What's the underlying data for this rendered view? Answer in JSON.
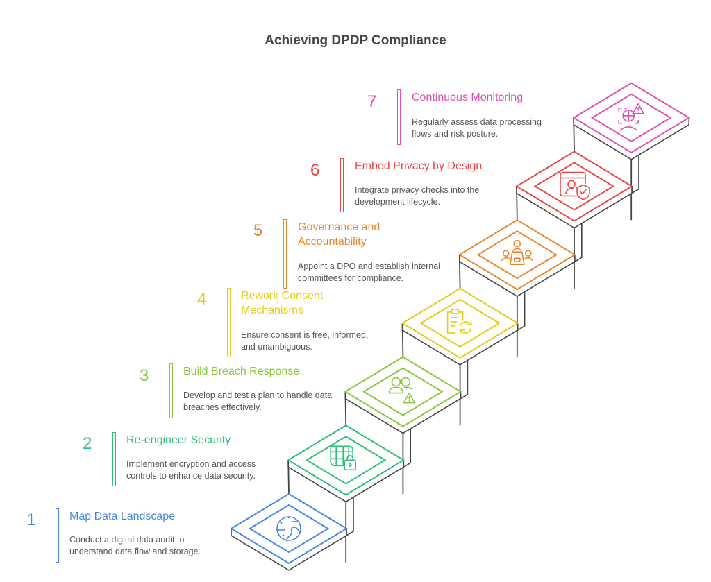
{
  "title": "Achieving DPDP Compliance",
  "steps": [
    {
      "number": "1",
      "title": "Map Data Landscape",
      "description": "Conduct a digital data audit to understand data flow and storage.",
      "color": "#4A86E0",
      "icon": "globe-icon"
    },
    {
      "number": "2",
      "title": "Re-engineer Security",
      "description": "Implement encryption and access controls to enhance data security.",
      "color": "#2EBE7A",
      "icon": "grid-lock-icon"
    },
    {
      "number": "3",
      "title": "Build Breach Response",
      "description": "Develop and test a plan to handle data breaches effectively.",
      "color": "#8CC63F",
      "icon": "users-warning-icon"
    },
    {
      "number": "4",
      "title": "Rework Consent Mechanisms",
      "description": "Ensure consent is free, informed, and unambiguous.",
      "color": "#E5CC1A",
      "icon": "clipboard-refresh-icon"
    },
    {
      "number": "5",
      "title": "Governance and Accountability",
      "description": "Appoint a DPO and establish internal committees for compliance.",
      "color": "#E8862E",
      "icon": "meeting-table-icon"
    },
    {
      "number": "6",
      "title": "Embed Privacy by Design",
      "description": "Integrate privacy checks into the development lifecycle.",
      "color": "#E8474A",
      "icon": "user-shield-icon"
    },
    {
      "number": "7",
      "title": "Continuous Monitoring",
      "description": "Regularly assess data processing flows and risk posture.",
      "color": "#DD4FB0",
      "icon": "scan-warning-icon"
    }
  ]
}
